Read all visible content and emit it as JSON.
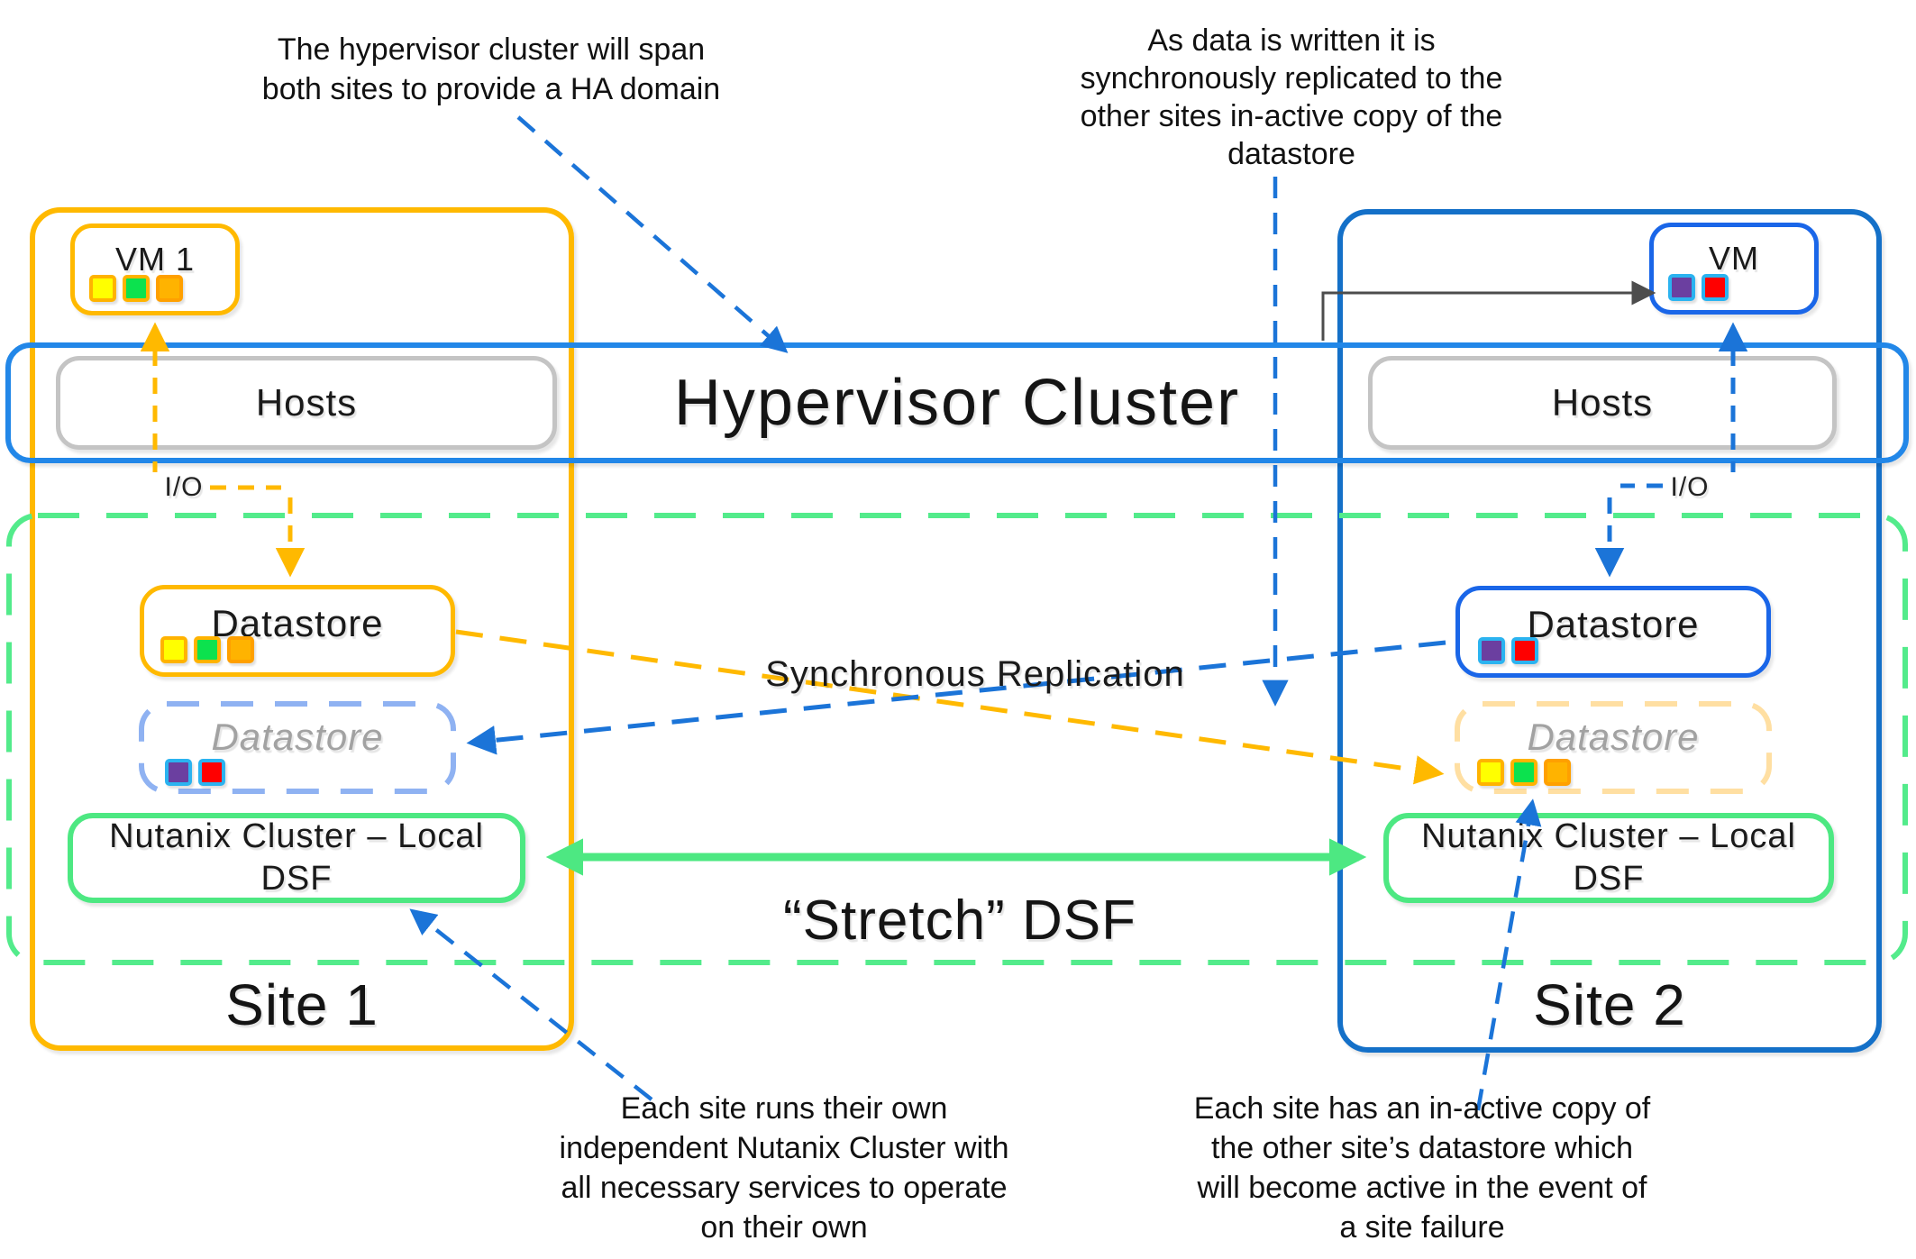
{
  "diagram": {
    "annotations": {
      "top_left": "The hypervisor cluster will span\nboth sites to provide a HA domain",
      "top_right": "As data is written it is\nsynchronously replicated to the\nother sites in-active copy of the\ndatastore",
      "bottom_left": "Each site runs their own\nindependent Nutanix Cluster with\nall necessary services to operate\non their own",
      "bottom_right": "Each site has an in-active copy of\nthe other site’s datastore which\nwill become active in the event of\na site failure"
    },
    "labels": {
      "hypervisor_cluster": "Hypervisor Cluster",
      "stretch_dsf": "“Stretch” DSF",
      "sync_replication": "Synchronous Replication",
      "hosts": "Hosts",
      "datastore": "Datastore",
      "nutanix_cluster": "Nutanix Cluster – Local\nDSF",
      "io": "I/O"
    },
    "site1": {
      "label": "Site 1",
      "vm": "VM 1"
    },
    "site2": {
      "label": "Site 2",
      "vm": "VM"
    },
    "icons": {
      "site1_vdisks": [
        "yellow-vdisk",
        "green-vdisk",
        "orange-vdisk"
      ],
      "site2_vdisks": [
        "purple-vdisk",
        "red-vdisk"
      ]
    },
    "colors": {
      "site1_accent": "#ffb900",
      "site2_accent": "#1470c8",
      "hypervisor_blue": "#2287e8",
      "vm_datastore_blue": "#1a66e8",
      "nutanix_green": "#4de882",
      "stretch_green": "#53eb8b",
      "inactive_datastore_blue": "#8fb2f2",
      "inactive_datastore_yellow": "#ffdfa2",
      "hosts_gray": "#c4c4c4",
      "arrow_blue": "#1b74d8",
      "arrow_gray": "#4d4d4d",
      "square_cyan_border": "#2bb3f0",
      "square_orange_border": "#ffb300"
    }
  }
}
